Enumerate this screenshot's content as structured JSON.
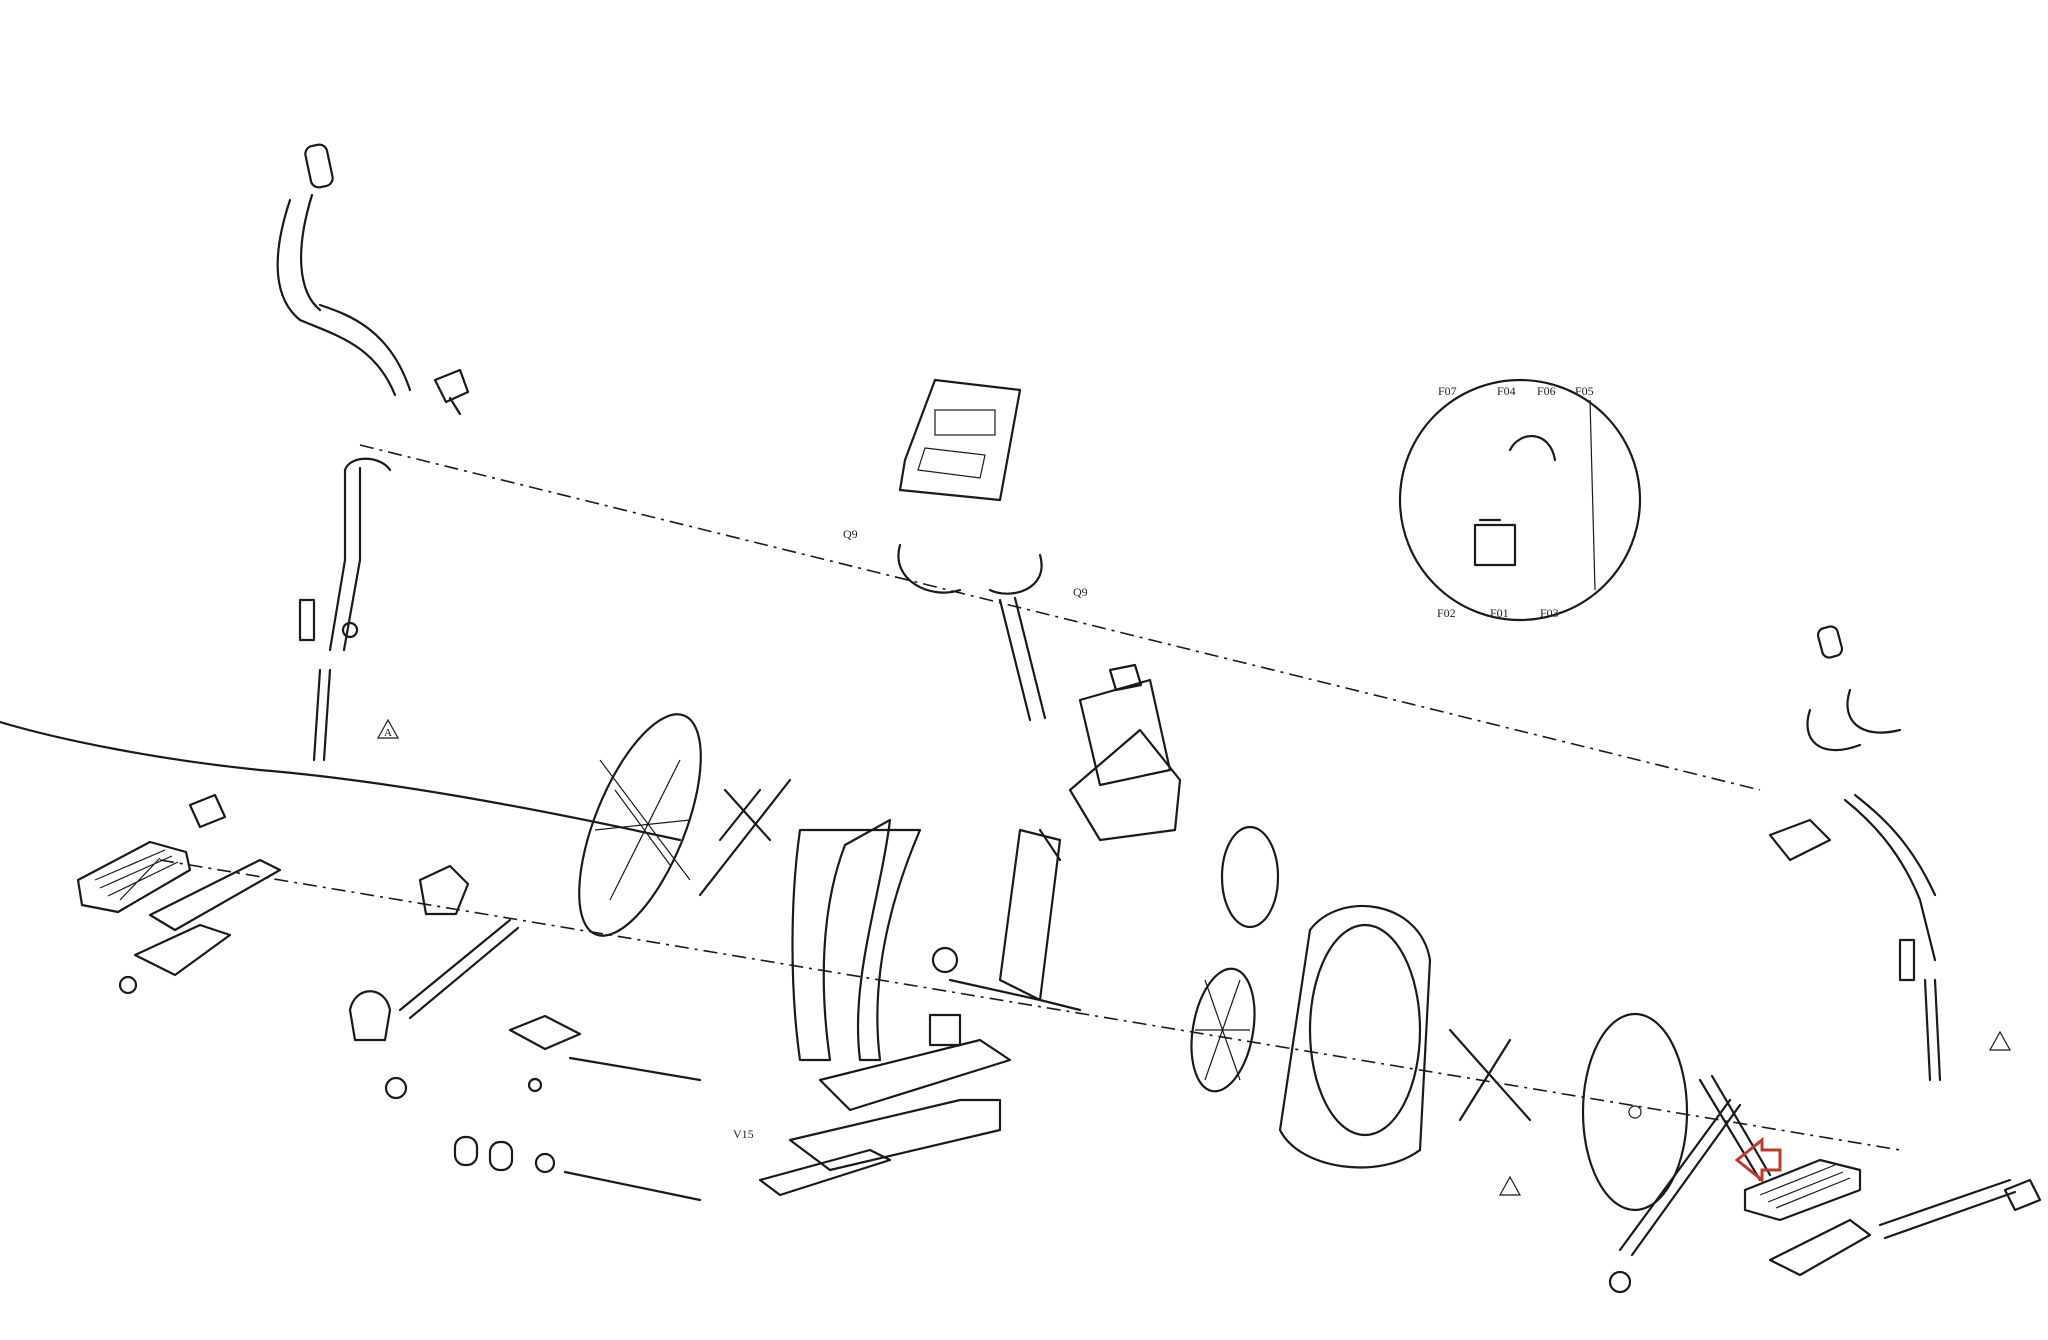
{
  "diagram": {
    "labels": {
      "detail_top_left": "F07",
      "detail_top_mid": "F04",
      "detail_top_right_a": "F06",
      "detail_top_right_b": "F05",
      "detail_bottom_left": "F02",
      "detail_bottom_mid": "F01",
      "detail_bottom_right": "F03",
      "stud_left": "Q9",
      "stud_right": "Q9",
      "shaft_front": "V15",
      "a_marker": "A"
    },
    "highlight_color": "#c0392b"
  }
}
